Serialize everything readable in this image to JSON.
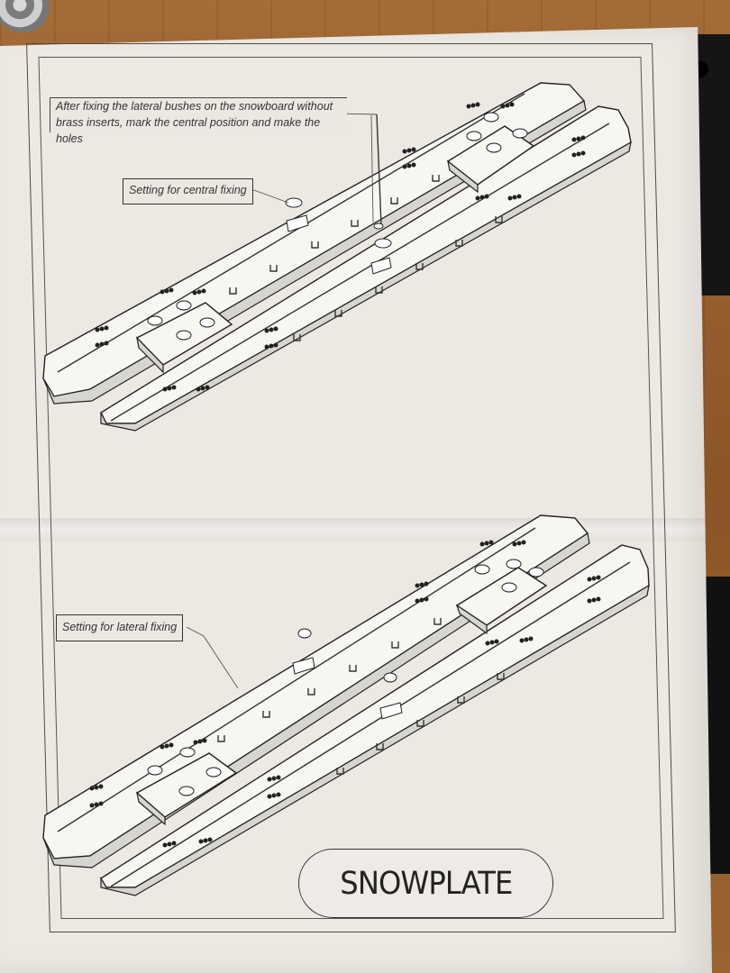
{
  "instruction_sheet": {
    "callouts": {
      "mark_holes_line1": "After fixing the lateral bushes on the snowboard without",
      "mark_holes_line2": "brass inserts, mark the central position and make the holes",
      "central_fixing": "Setting for central fixing",
      "lateral_fixing": "Setting for lateral fixing"
    },
    "brand": "SNOWPLATE"
  },
  "colors": {
    "paper": "#ece9e3",
    "ink": "#222222",
    "wood": "#8b5527",
    "black_stand": "#151515"
  },
  "icons": {
    "central_pin": "vertical-pin-icon",
    "bushing": "bush-icon",
    "holes": "hole-pattern-icon"
  }
}
